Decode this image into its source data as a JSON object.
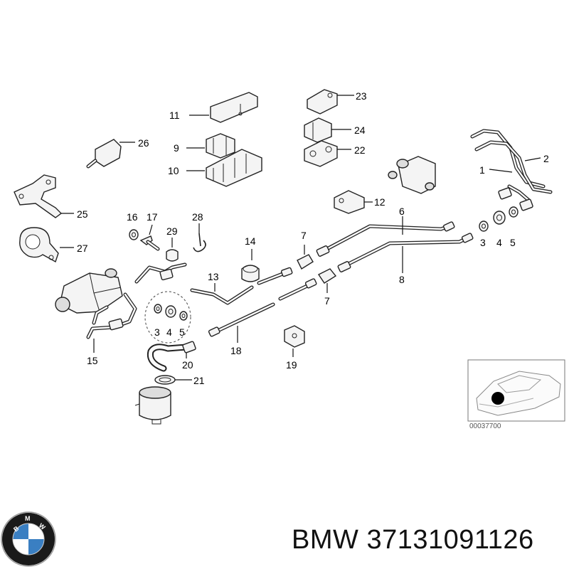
{
  "callouts": {
    "c1": "1",
    "c2": "2",
    "c3a": "3",
    "c4a": "4",
    "c5a": "5",
    "c3b": "3",
    "c4b": "4",
    "c5b": "5",
    "c6": "6",
    "c7a": "7",
    "c7b": "7",
    "c8": "8",
    "c9": "9",
    "c10": "10",
    "c11": "11",
    "c12": "12",
    "c13": "13",
    "c14": "14",
    "c15": "15",
    "c16": "16",
    "c17": "17",
    "c18": "18",
    "c19": "19",
    "c20": "20",
    "c21": "21",
    "c22": "22",
    "c23": "23",
    "c24": "24",
    "c25": "25",
    "c26": "26",
    "c27": "27",
    "c28": "28",
    "c29": "29"
  },
  "inset": {
    "ref_code": "00037700"
  },
  "footer": {
    "brand": "BMW",
    "part_number": "37131091126",
    "logo_letters": "BMW"
  },
  "colors": {
    "logo_blue": "#3a7fc2",
    "logo_ring": "#111111"
  }
}
